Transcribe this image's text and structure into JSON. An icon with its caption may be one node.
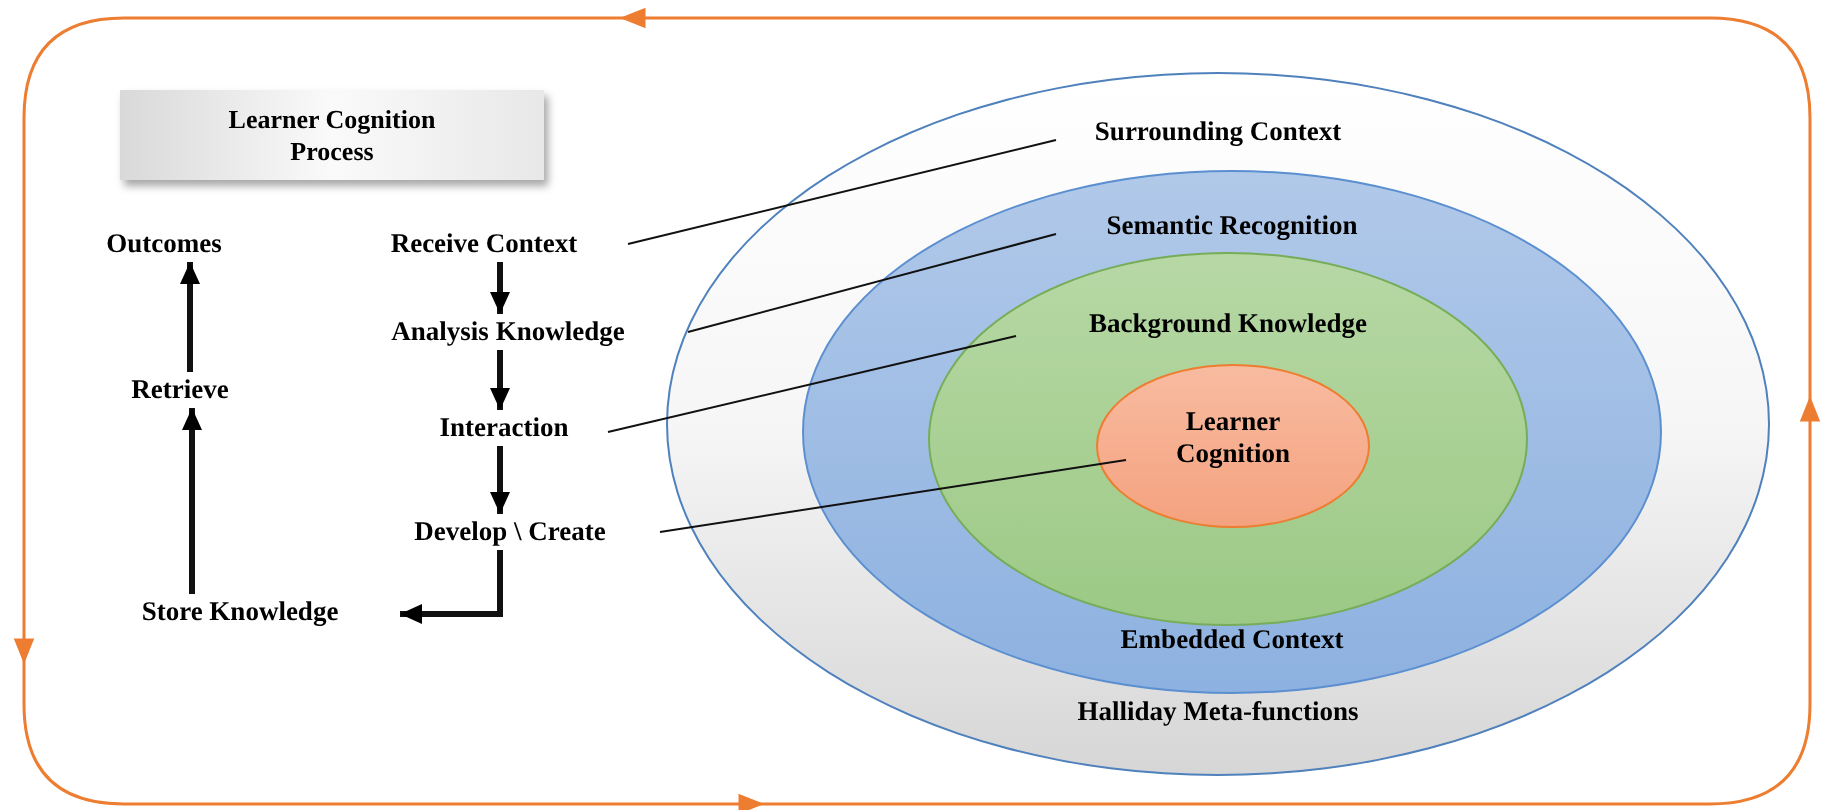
{
  "diagram": {
    "nodes": [
      {
        "text": [
          "Learner Cognition Process"
        ]
      },
      {
        "text": [
          "Outcomes"
        ]
      },
      {
        "text": [
          "Retrieve"
        ]
      },
      {
        "text": [
          "Store Knowledge"
        ]
      },
      {
        "text": [
          "Receive Context"
        ]
      },
      {
        "text": [
          "Analysis Knowledge"
        ]
      },
      {
        "text": [
          "Interaction"
        ]
      },
      {
        "text": [
          "Develop \\ Create"
        ]
      },
      {
        "text": [
          "Surrounding Context",
          "Halliday Meta-functions"
        ]
      },
      {
        "text": [
          "Semantic Recognition",
          "Embedded Context"
        ],
        "in": 8
      },
      {
        "text": [
          "Background Knowledge"
        ],
        "in": 9
      },
      {
        "text": [
          "Learner Cognition"
        ],
        "in": 10
      }
    ],
    "edges": [
      {
        "from": 4,
        "to": 5,
        "arrow": "to"
      },
      {
        "from": 5,
        "to": 6,
        "arrow": "to"
      },
      {
        "from": 6,
        "to": 7,
        "arrow": "to"
      },
      {
        "from": 7,
        "to": 3,
        "arrow": "to"
      },
      {
        "from": 3,
        "to": 2,
        "arrow": "to"
      },
      {
        "from": 2,
        "to": 1,
        "arrow": "to"
      },
      {
        "from": 4,
        "to": 8,
        "arrow": "none"
      },
      {
        "from": 5,
        "to": 9,
        "arrow": "none"
      },
      {
        "from": 6,
        "to": 10,
        "arrow": "none"
      },
      {
        "from": 7,
        "to": 11,
        "arrow": "none"
      }
    ]
  }
}
